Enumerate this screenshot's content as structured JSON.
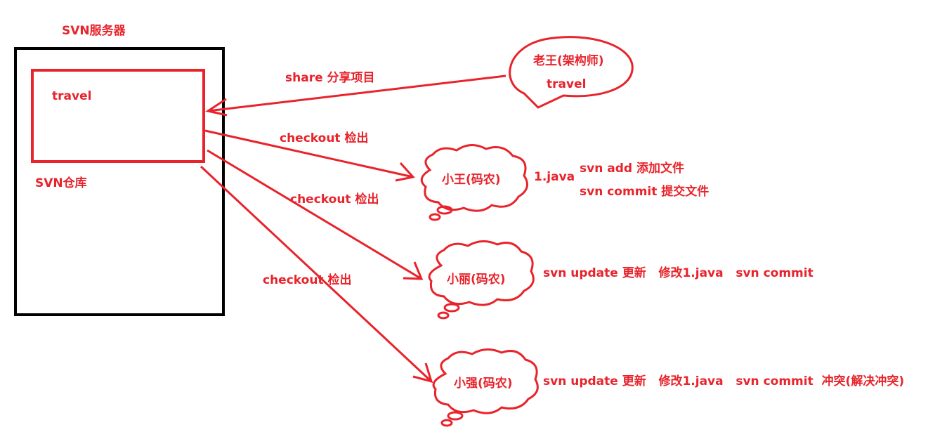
{
  "server": {
    "title": "SVN服务器"
  },
  "repository": {
    "label": "SVN仓库",
    "project": "travel"
  },
  "architect": {
    "name": "老王(架构师)",
    "project": "travel"
  },
  "share_label": "share 分享项目",
  "checkout_labels": [
    "checkout 检出",
    "checkout 检出",
    "checkout 检出"
  ],
  "dev1": {
    "name": "小王(码农)",
    "file": "1.java",
    "step1": "svn add 添加文件",
    "step2": "svn commit 提交文件"
  },
  "dev2": {
    "name": "小丽(码农)",
    "actions": "svn update 更新   修改1.java   svn commit"
  },
  "dev3": {
    "name": "小强(码农)",
    "actions": "svn update 更新   修改1.java   svn commit  冲突(解决冲突)"
  },
  "colors": {
    "accent": "#e8232b",
    "outline": "#000000"
  }
}
